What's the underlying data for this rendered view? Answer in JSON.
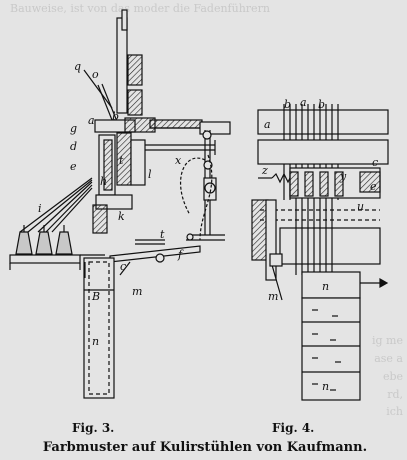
{
  "figures": [
    {
      "label": "Fig. 3."
    },
    {
      "label": "Fig. 4."
    }
  ],
  "caption": "Farbmuster auf Kulirstühlen von Kaufmann.",
  "fig3_letters": [
    "a",
    "b",
    "o",
    "q",
    "g",
    "d",
    "e",
    "l",
    "t",
    "x",
    "h",
    "i",
    "k",
    "f",
    "c",
    "B",
    "m",
    "n"
  ],
  "fig4_letters": [
    "b",
    "a",
    "b",
    "a",
    "z",
    "y",
    "c",
    "u",
    "e",
    "n",
    "m",
    "n"
  ],
  "bleed_text": {
    "top": "Bauweise, ist von das moder die Fadenführern",
    "r1": "ig me",
    "r2": "ase a",
    "r3": "ebe",
    "r4": "rd,",
    "r5": "ich"
  }
}
